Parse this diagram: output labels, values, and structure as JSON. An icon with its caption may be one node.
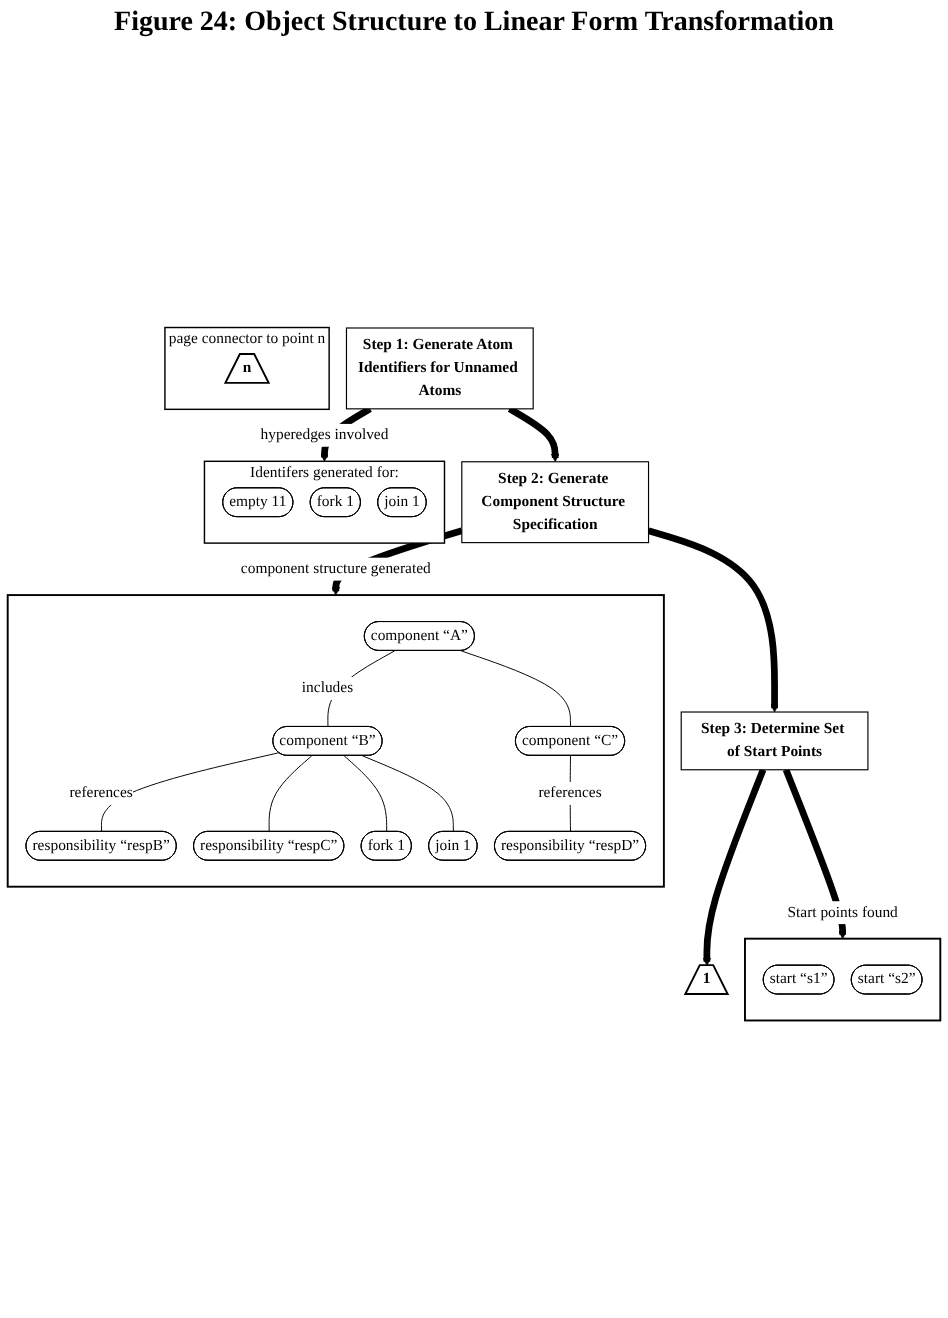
{
  "diagram": {
    "title": "Figure 24: Object Structure to Linear Form Transformation",
    "nodes": [
      {
        "text": [
          "Step 1: Generate Atom Identifiers for Unnamed Atoms"
        ]
      },
      {
        "text": [
          "Identifers generated for:"
        ]
      },
      {
        "text": [
          "empty 11"
        ],
        "in": 1
      },
      {
        "text": [
          "fork 1"
        ],
        "in": 1
      },
      {
        "text": [
          "join 1"
        ],
        "in": 1
      },
      {
        "text": [
          "Step 2: Generate Component Structure Specification"
        ]
      },
      {
        "text": [],
        "shape": "box"
      },
      {
        "text": [
          "component “A”"
        ],
        "in": 6
      },
      {
        "text": [
          "component “B”"
        ],
        "in": 6
      },
      {
        "text": [
          "component “C”"
        ],
        "in": 6
      },
      {
        "text": [
          "responsibility “respB”"
        ],
        "in": 6
      },
      {
        "text": [
          "responsibility “respC”"
        ],
        "in": 6
      },
      {
        "text": [
          "fork 1"
        ],
        "in": 6
      },
      {
        "text": [
          "join 1"
        ],
        "in": 6
      },
      {
        "text": [
          "responsibility “respD”"
        ],
        "in": 6
      },
      {
        "text": [
          "Step 3: Determine Set of Start Points"
        ]
      },
      {
        "text": [],
        "shape": "box"
      },
      {
        "text": [
          "start “s1”"
        ],
        "in": 16
      },
      {
        "text": [
          "start “s2”"
        ],
        "in": 16
      },
      {
        "text": [
          "1"
        ]
      },
      {
        "text": [
          "page connector to point n"
        ]
      },
      {
        "text": [
          "n"
        ],
        "in": 20
      }
    ],
    "edges": [
      {
        "from": 0,
        "to": 5,
        "arrow": "to",
        "style": "thick"
      },
      {
        "from": 0,
        "to": 1,
        "arrow": "to",
        "style": "thick",
        "label": "hyperedges involved"
      },
      {
        "from": 5,
        "to": 15,
        "arrow": "to",
        "style": "thick"
      },
      {
        "from": 5,
        "to": 6,
        "arrow": "to",
        "style": "thick",
        "label": "component structure generated"
      },
      {
        "from": 7,
        "to": 8,
        "arrow": "none",
        "label": "includes"
      },
      {
        "from": 7,
        "to": 9,
        "arrow": "none"
      },
      {
        "from": 8,
        "to": 10,
        "arrow": "none",
        "label": "references"
      },
      {
        "from": 8,
        "to": 11,
        "arrow": "none"
      },
      {
        "from": 8,
        "to": 12,
        "arrow": "none"
      },
      {
        "from": 8,
        "to": 13,
        "arrow": "none"
      },
      {
        "from": 9,
        "to": 14,
        "arrow": "none",
        "label": "references"
      },
      {
        "from": 15,
        "to": 19,
        "arrow": "to",
        "style": "thick"
      },
      {
        "from": 15,
        "to": 16,
        "arrow": "to",
        "style": "thick",
        "label": "Start points found"
      }
    ]
  }
}
